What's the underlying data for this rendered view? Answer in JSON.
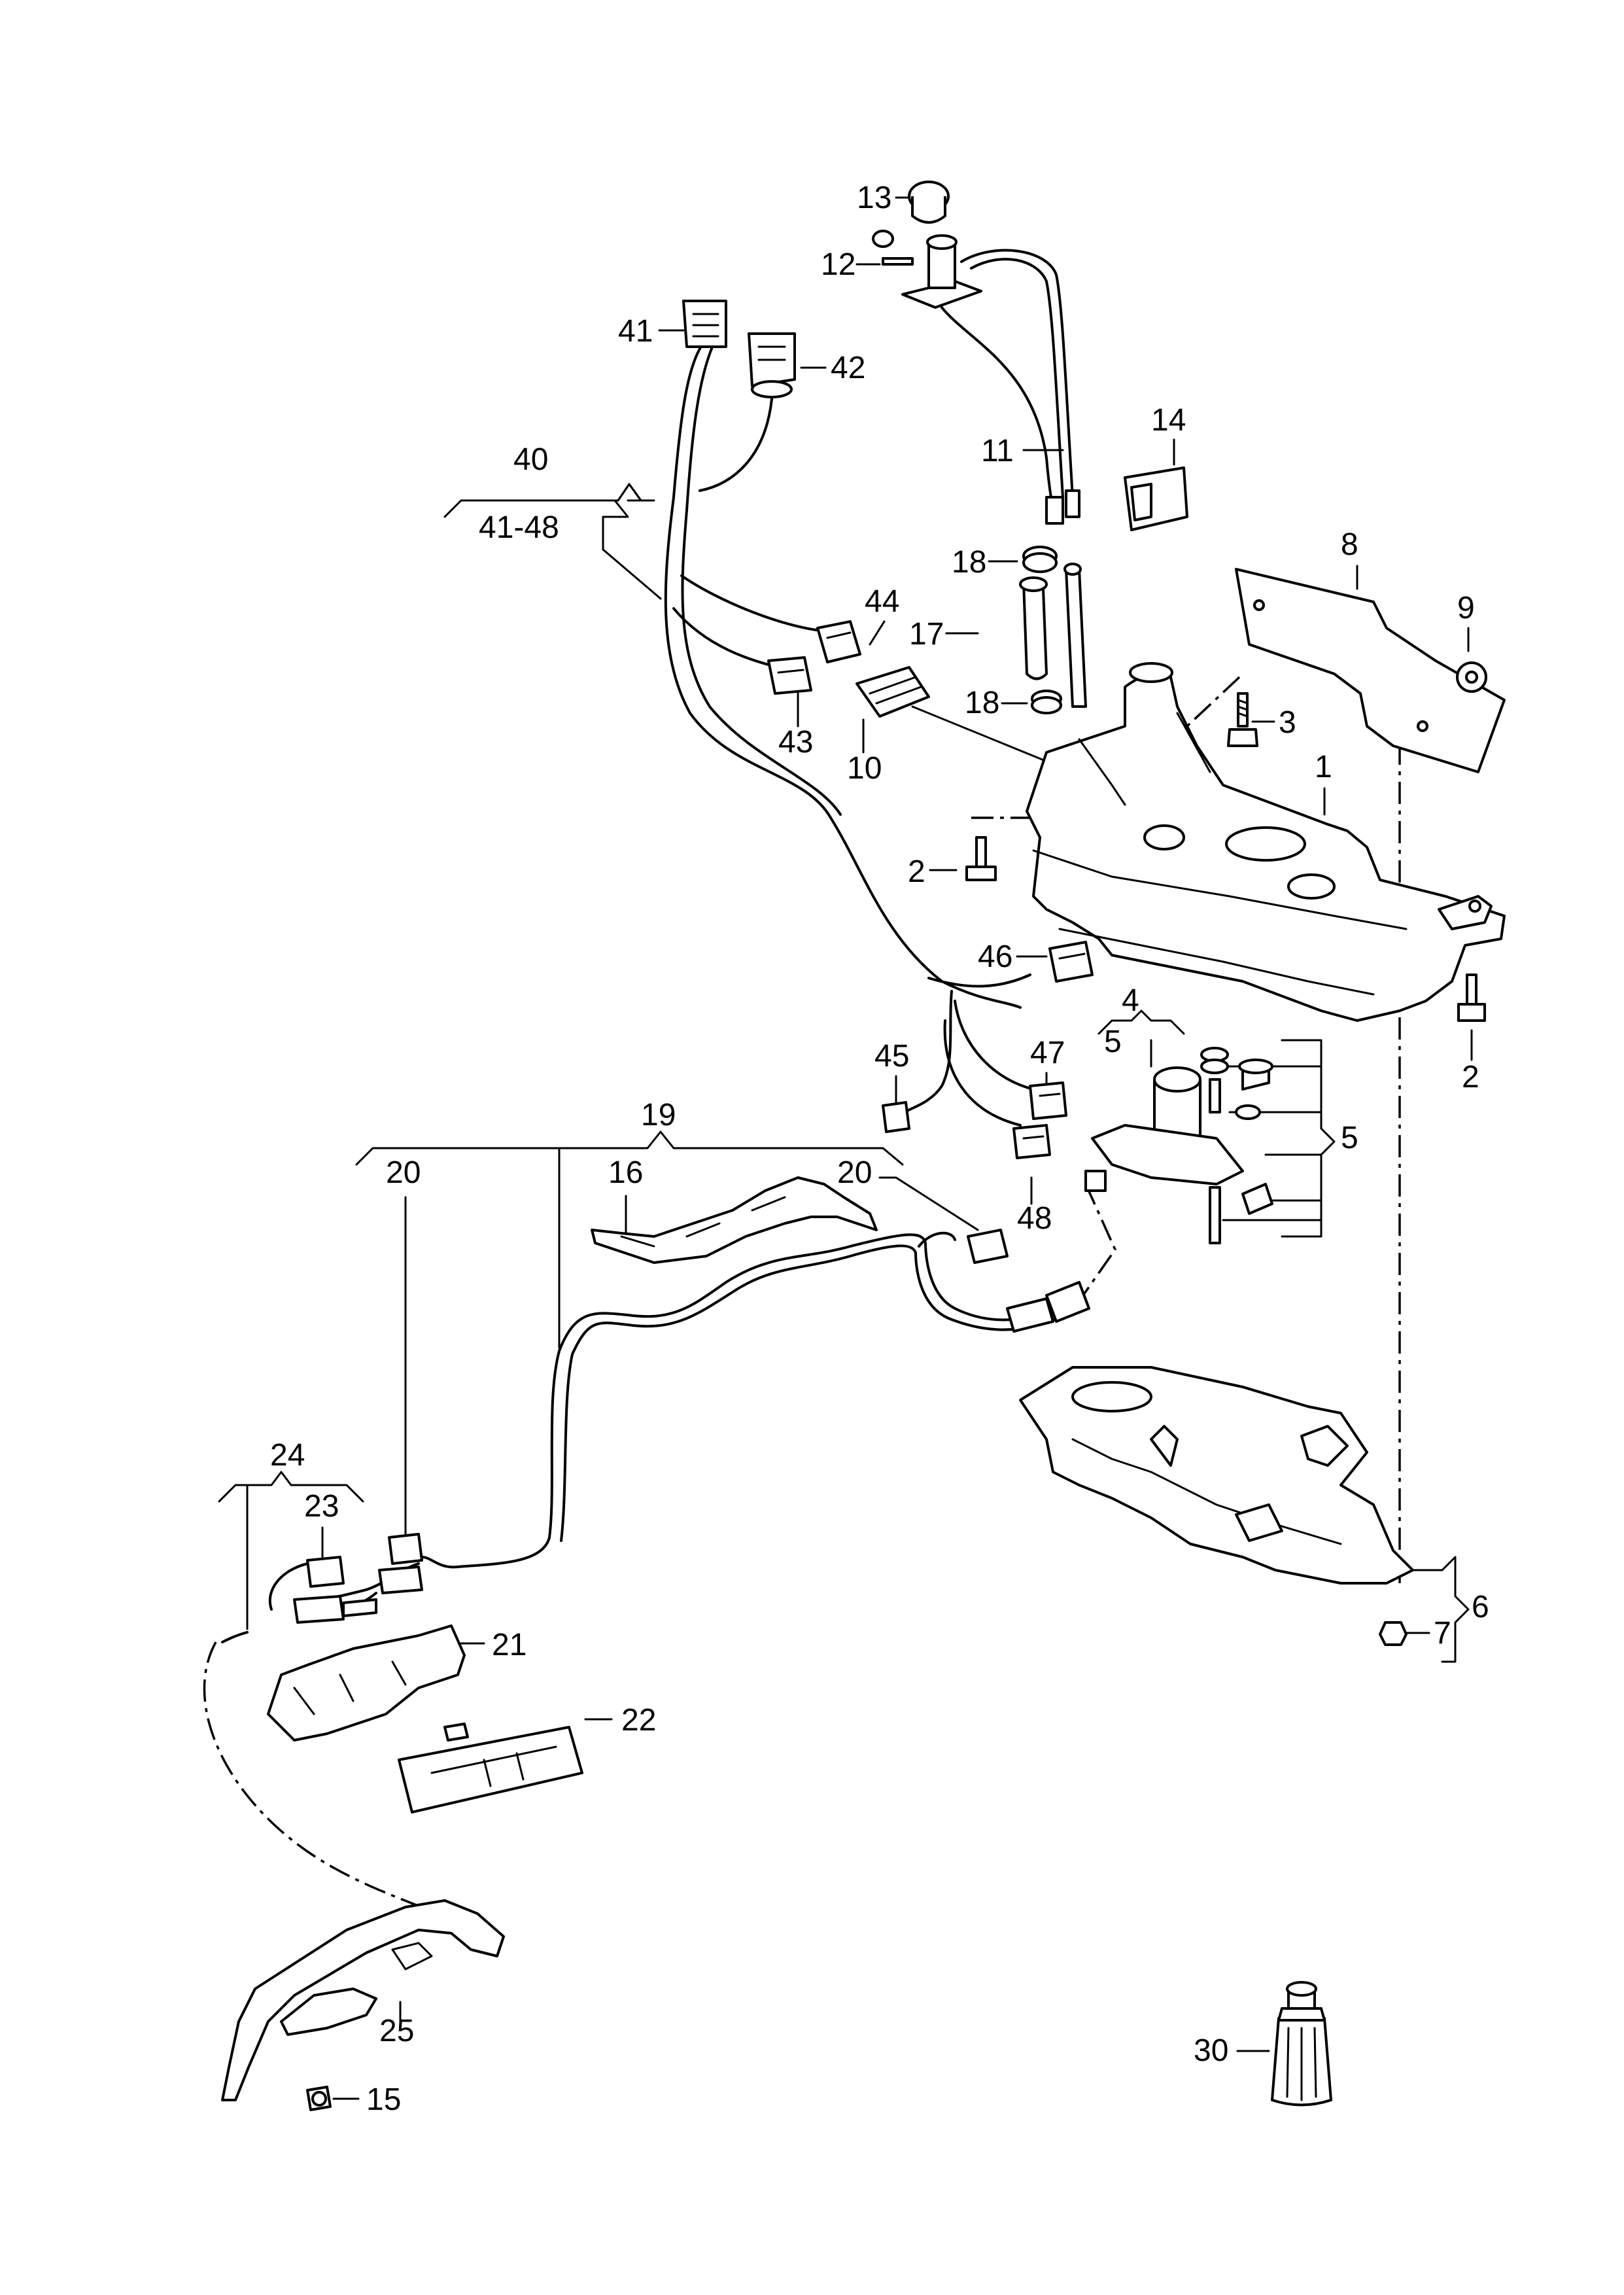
{
  "callouts": {
    "c13": "13",
    "c12": "12",
    "c41": "41",
    "c42": "42",
    "c40": "40",
    "c4148": "41-48",
    "c14": "14",
    "c11": "11",
    "c18a": "18",
    "c8": "8",
    "c9": "9",
    "c44": "44",
    "c17": "17",
    "c18b": "18",
    "c3": "3",
    "c43": "43",
    "c10": "10",
    "c1": "1",
    "c2a": "2",
    "c46": "46",
    "c2b": "2",
    "c4": "4",
    "c5a": "5",
    "c45": "45",
    "c47": "47",
    "c5b": "5",
    "c19": "19",
    "c20a": "20",
    "c16": "16",
    "c20b": "20",
    "c48": "48",
    "c24": "24",
    "c23": "23",
    "c21": "21",
    "c22": "22",
    "c6": "6",
    "c7": "7",
    "c25": "25",
    "c15": "15",
    "c30": "30"
  }
}
